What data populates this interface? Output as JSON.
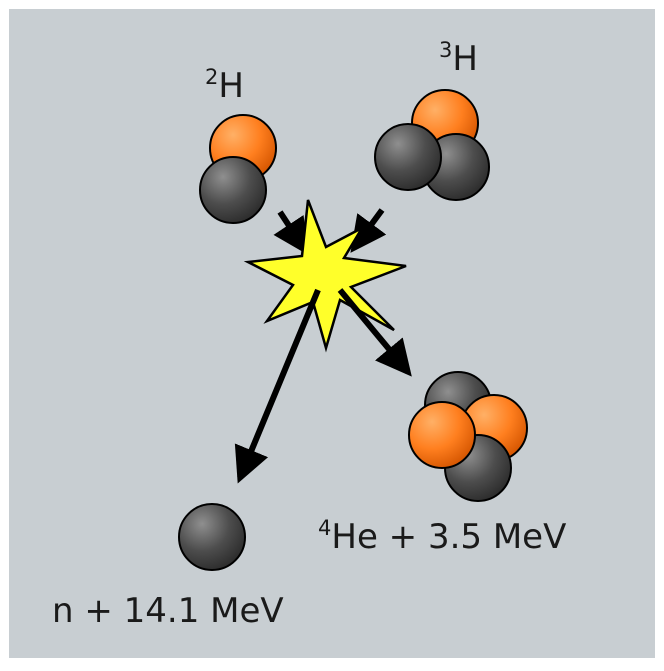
{
  "labels": {
    "deuterium": {
      "mass": "2",
      "symbol": "H"
    },
    "tritium": {
      "mass": "3",
      "symbol": "H"
    },
    "helium": {
      "mass": "4",
      "symbol": "He",
      "energy": " + 3.5 MeV"
    },
    "neutron": {
      "symbol": "n",
      "energy": " + 14.1 MeV"
    }
  },
  "colors": {
    "background": "#c8ced2",
    "proton": "#ff7f1f",
    "neutron": "#4d4d4d",
    "flash": "#ffff2a",
    "outline": "#000000"
  }
}
